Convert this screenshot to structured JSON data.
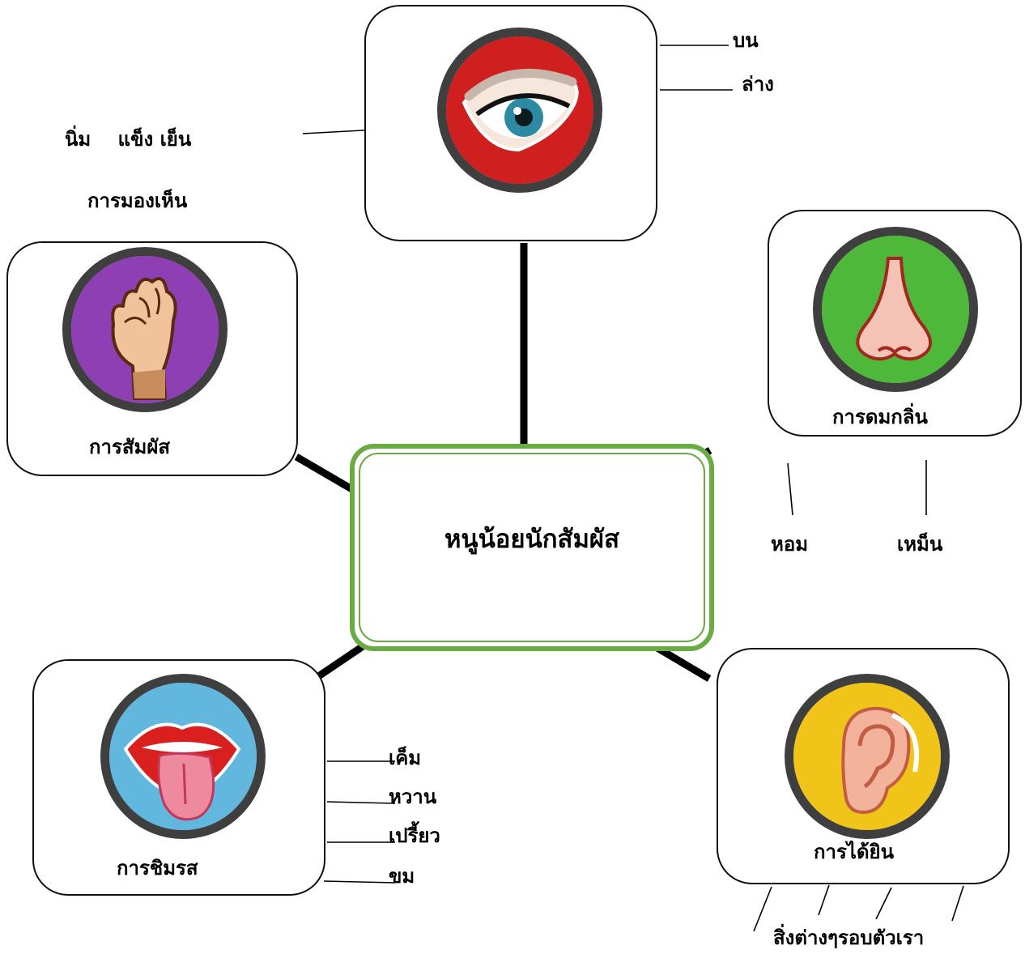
{
  "center": {
    "title": "หนูน้อยนักสัมผัส"
  },
  "senses": {
    "sight": {
      "icon": "eye-icon",
      "color": "#d01f1f"
    },
    "touch": {
      "label": "การสัมผัส",
      "icon": "hand-icon",
      "color": "#8f3fb4"
    },
    "smell": {
      "label": "การดมกลิ่น",
      "icon": "nose-icon",
      "color": "#4db83a"
    },
    "taste": {
      "label": "การชิมรส",
      "icon": "mouth-icon",
      "color": "#62b7df"
    },
    "hearing": {
      "label": "การได้ยิน",
      "icon": "ear-icon",
      "color": "#f0c419"
    }
  },
  "annotations": {
    "up": "บน",
    "down": "ล่าง",
    "textures": "นิ่ม    แข็ง เย็น",
    "seeing": "การมองเห็น",
    "fragrant": "หอม",
    "stinky": "เหม็น",
    "salty": "เค็ม",
    "sweet": "หวาน",
    "sour": "เปรี้ยว",
    "bitter": "ขม",
    "surroundings": "สิ่งต่างๆรอบตัวเรา"
  }
}
